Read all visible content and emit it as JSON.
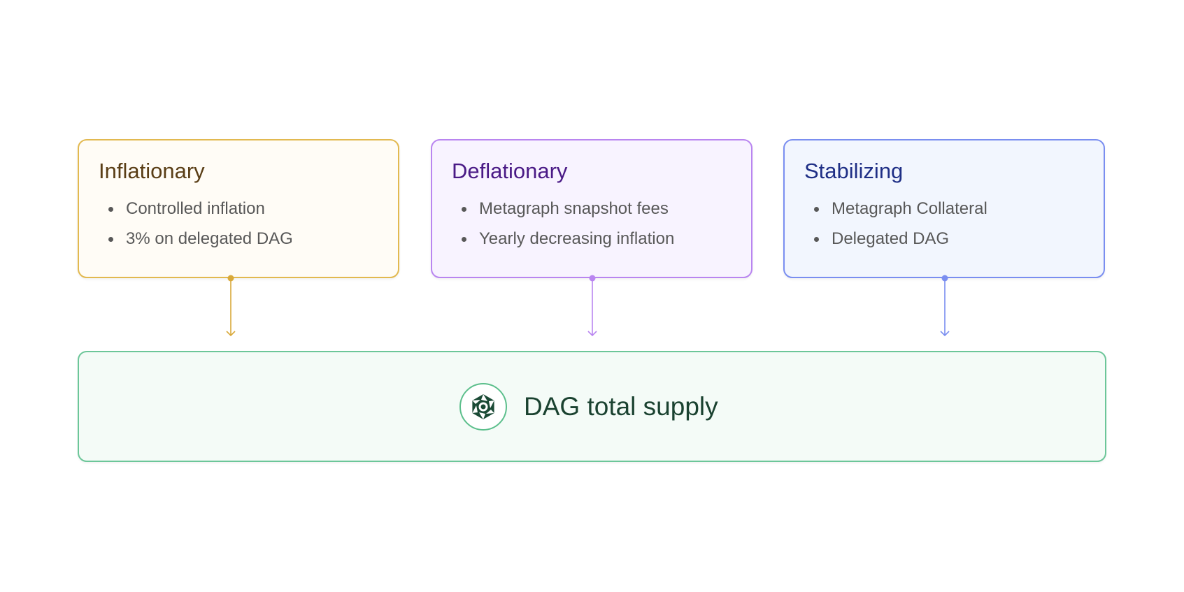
{
  "cards": [
    {
      "title": "Inflationary",
      "items": [
        "Controlled inflation",
        "3% on delegated DAG"
      ],
      "color": "#e2b950"
    },
    {
      "title": "Deflationary",
      "items": [
        "Metagraph snapshot fees",
        "Yearly decreasing inflation"
      ],
      "color": "#b985f0"
    },
    {
      "title": "Stabilizing",
      "items": [
        "Metagraph Collateral",
        "Delegated DAG"
      ],
      "color": "#7a8ef0"
    }
  ],
  "supply": {
    "label": "DAG total supply",
    "icon": "constellation-logo-icon",
    "color": "#5cbf8c"
  }
}
